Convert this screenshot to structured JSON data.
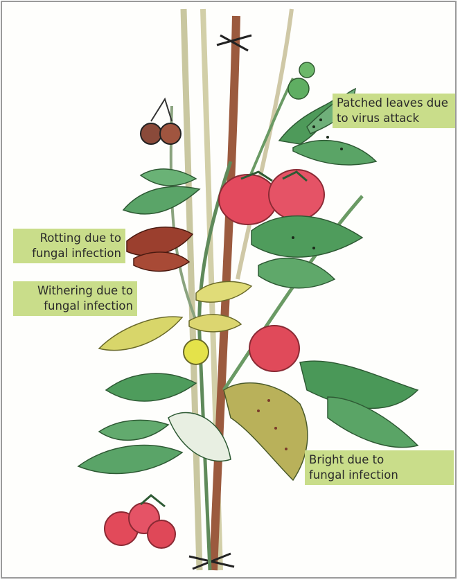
{
  "labels": {
    "patched": {
      "line1": "Patched leaves due",
      "line2": "to virus attack"
    },
    "rotting": {
      "line1": "Rotting due to",
      "line2": "fungal infection"
    },
    "withering": {
      "line1": "Withering due to",
      "line2": "fungal infection"
    },
    "bright": {
      "line1": "Bright due to",
      "line2": "fungal infection"
    }
  },
  "colors": {
    "label_bg": "#c9dd8a",
    "stake": "#8b5a3c",
    "leaf_green": "#3f8a4e",
    "tomato_red": "#e24a5a",
    "rot_brown": "#8b3a2a",
    "wither_yellow": "#d9d870"
  }
}
